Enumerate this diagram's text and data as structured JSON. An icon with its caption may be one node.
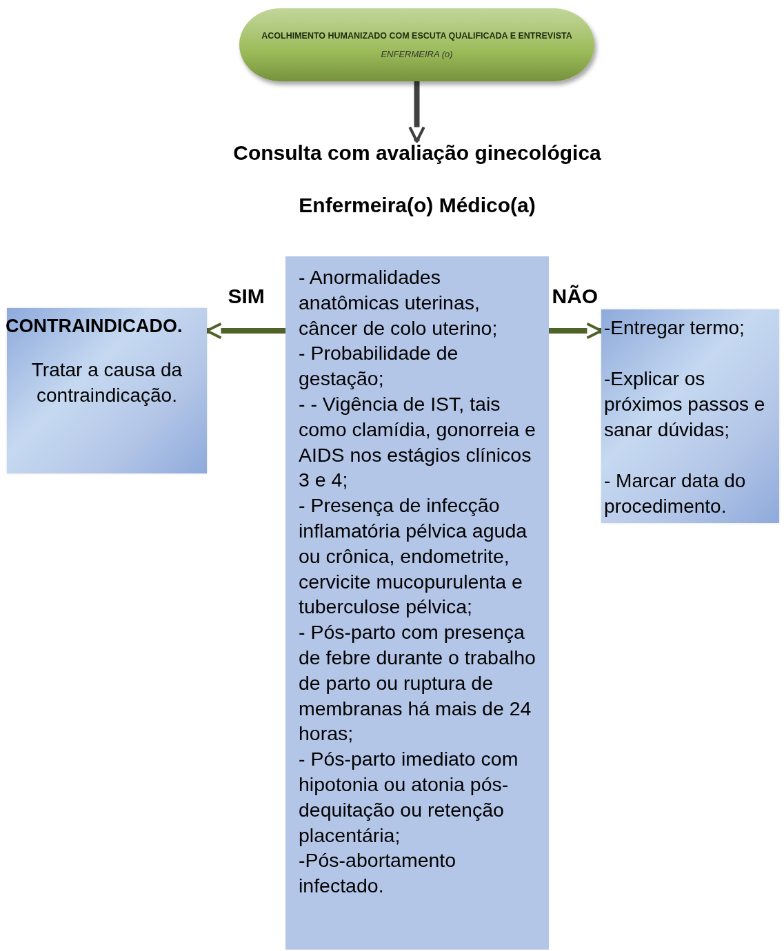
{
  "diagram": {
    "nodes": [
      {
        "text": [
          "ACOLHIMENTO HUMANIZADO COM ESCUTA QUALIFICADA E ENTREVISTA",
          "ENFERMEIRA (o)"
        ]
      },
      {
        "text": [
          "Consulta com avaliação ginecológica",
          "Enfermeira(o) Médico(a)"
        ]
      },
      {
        "text": [
          "- Anormalidades anatômicas uterinas, câncer de colo uterino;",
          "- Probabilidade de gestação;",
          "- - Vigência de IST, tais como clamídia, gonorreia e AIDS nos estágios clínicos 3 e 4;",
          "- Presença de infecção inflamatória pélvica aguda ou crônica, endometrite, cervicite mucopurulenta e tuberculose pélvica;",
          "- Pós-parto com presença de febre durante o trabalho de parto ou ruptura de membranas há mais de 24 horas;",
          "- Pós-parto imediato com hipotonia ou atonia pós- dequitação ou retenção placentária;",
          "-Pós-abortamento infectado."
        ]
      },
      {
        "text": [
          "CONTRAINDICADO.",
          "Tratar a causa da contraindicação."
        ]
      },
      {
        "text": [
          "-Entregar termo;",
          "-Explicar os próximos passos e sanar dúvidas;",
          "- Marcar data do procedimento."
        ]
      }
    ],
    "edges": [
      {
        "from": 0,
        "to": 1,
        "arrow": "to",
        "color": "#404040"
      },
      {
        "from": 2,
        "to": 3,
        "arrow": "to",
        "label": "SIM"
      },
      {
        "from": 2,
        "to": 4,
        "arrow": "to",
        "label": "NÃO"
      }
    ]
  }
}
